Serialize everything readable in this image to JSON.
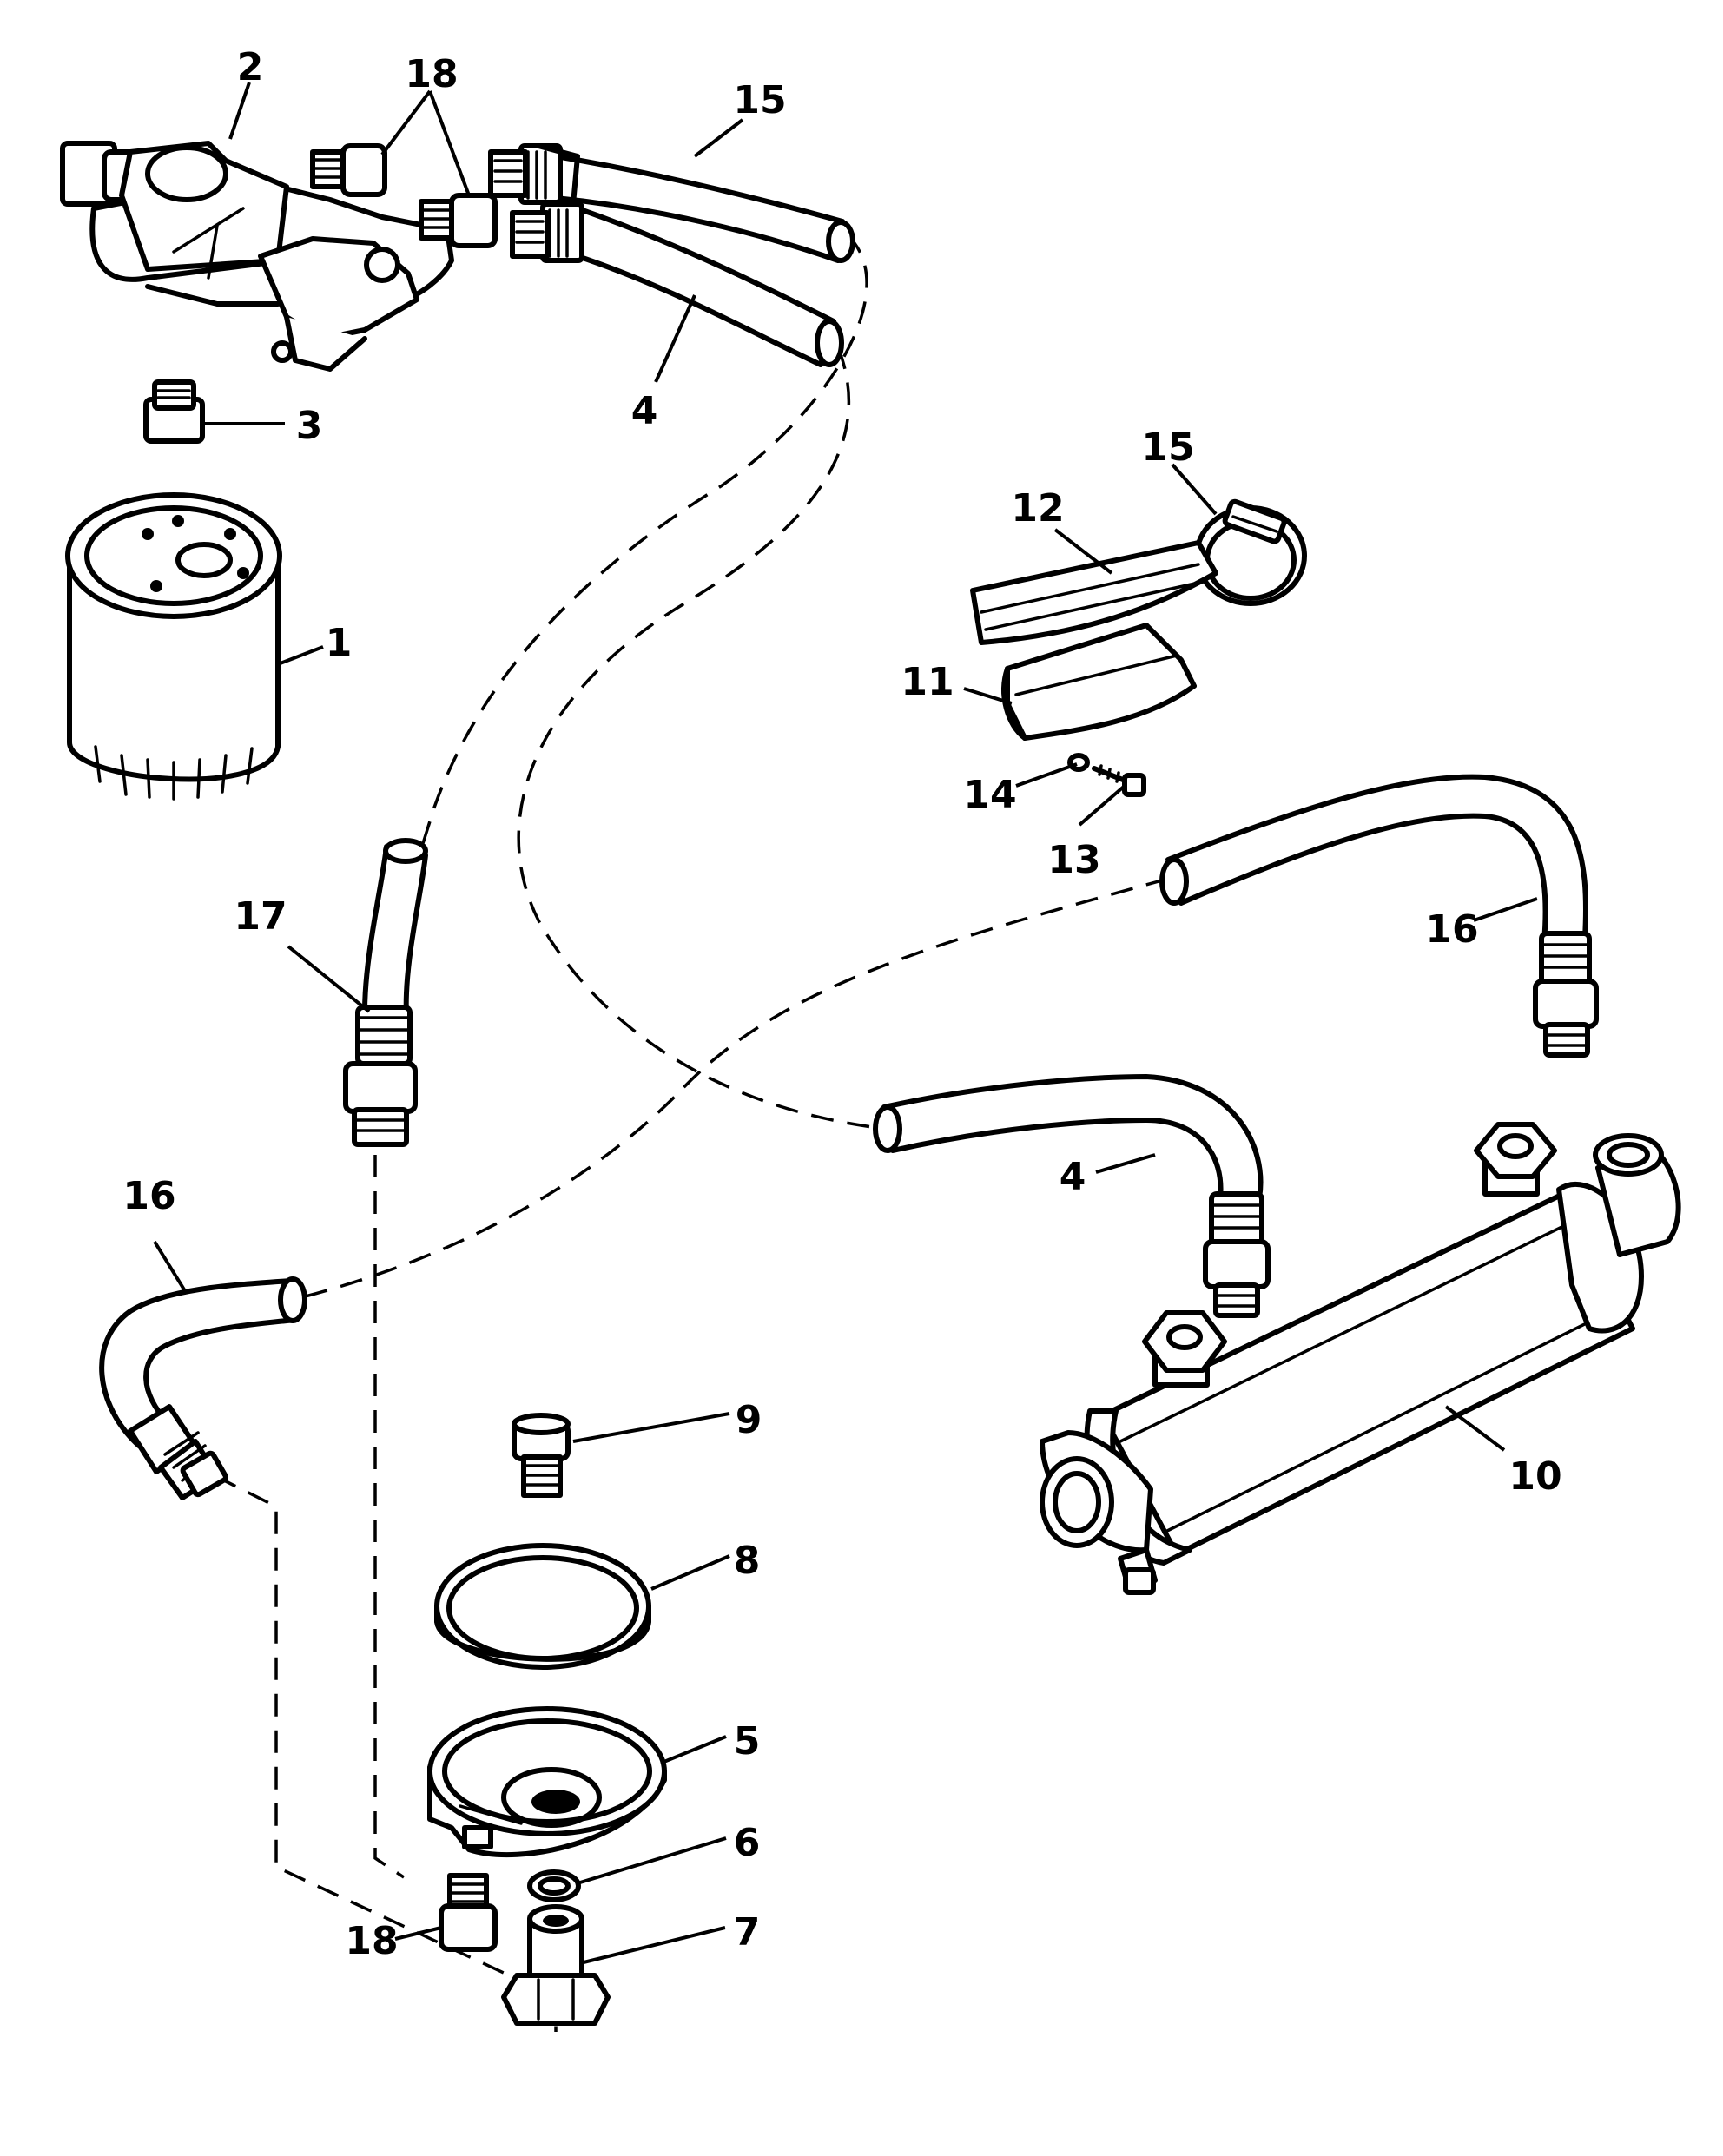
{
  "callouts": {
    "c1": "1",
    "c2": "2",
    "c3": "3",
    "c4a": "4",
    "c4b": "4",
    "c5": "5",
    "c6": "6",
    "c7": "7",
    "c8": "8",
    "c9": "9",
    "c10": "10",
    "c11": "11",
    "c12": "12",
    "c13": "13",
    "c14": "14",
    "c15a": "15",
    "c15b": "15",
    "c16a": "16",
    "c16b": "16",
    "c17": "17",
    "c18a": "18",
    "c18b": "18"
  }
}
